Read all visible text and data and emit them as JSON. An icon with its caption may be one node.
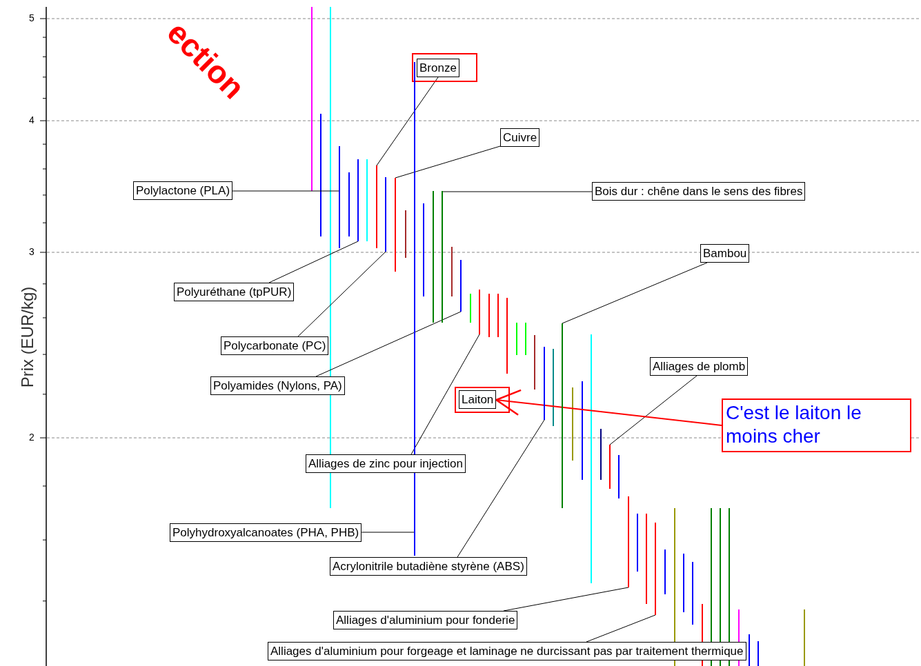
{
  "diagram": {
    "nodes": [
      {
        "text": [
          "Bronze"
        ]
      },
      {
        "text": [
          "Cuivre"
        ]
      },
      {
        "text": [
          "Polylactone (PLA)"
        ]
      },
      {
        "text": [
          "Bois dur : chêne dans le sens des fibres"
        ]
      },
      {
        "text": [
          "Bambou"
        ]
      },
      {
        "text": [
          "Polyuréthane (tpPUR)"
        ]
      },
      {
        "text": [
          "Polycarbonate (PC)"
        ]
      },
      {
        "text": [
          "Polyamides (Nylons, PA)"
        ]
      },
      {
        "text": [
          "Alliages de plomb"
        ]
      },
      {
        "text": [
          "Laiton"
        ]
      },
      {
        "text": [
          "C'est le laiton le moins cher"
        ]
      },
      {
        "text": [
          "Alliages de zinc pour injection"
        ]
      },
      {
        "text": [
          "Polyhydroxyalcanoates (PHA, PHB)"
        ]
      },
      {
        "text": [
          "Acrylonitrile butadiène styrène (ABS)"
        ]
      },
      {
        "text": [
          "Alliages d'aluminium pour fonderie"
        ]
      },
      {
        "text": [
          "Alliages d'aluminium pour forgeage et laminage ne durcissant pas par traitement thermique"
        ]
      },
      {
        "text": [],
        "shape": "bar"
      },
      {
        "text": [],
        "shape": "bar"
      },
      {
        "text": [],
        "shape": "bar"
      },
      {
        "text": [],
        "shape": "bar"
      },
      {
        "text": [],
        "shape": "bar"
      },
      {
        "text": [],
        "shape": "bar"
      },
      {
        "text": [],
        "shape": "bar"
      },
      {
        "text": [],
        "shape": "bar"
      },
      {
        "text": [],
        "shape": "bar"
      },
      {
        "text": [],
        "shape": "bar"
      },
      {
        "text": [],
        "shape": "bar"
      },
      {
        "text": [],
        "shape": "bar"
      },
      {
        "text": [],
        "shape": "bar"
      },
      {
        "text": [],
        "shape": "bar"
      },
      {
        "text": [],
        "shape": "bar"
      }
    ],
    "edges": [
      {
        "from": 0,
        "to": 18,
        "arrow": "none"
      },
      {
        "from": 1,
        "to": 20,
        "arrow": "none"
      },
      {
        "from": 2,
        "to": 16,
        "arrow": "none"
      },
      {
        "from": 3,
        "to": 22,
        "arrow": "none"
      },
      {
        "from": 4,
        "to": 27,
        "arrow": "none"
      },
      {
        "from": 5,
        "to": 17,
        "arrow": "none"
      },
      {
        "from": 6,
        "to": 19,
        "arrow": "none"
      },
      {
        "from": 7,
        "to": 23,
        "arrow": "none"
      },
      {
        "from": 8,
        "to": 28,
        "arrow": "none"
      },
      {
        "from": 10,
        "to": 9,
        "arrow": "to",
        "color": "#ff0000"
      },
      {
        "from": 11,
        "to": 24,
        "arrow": "none"
      },
      {
        "from": 12,
        "to": 21,
        "arrow": "none"
      },
      {
        "from": 13,
        "to": 26,
        "arrow": "none"
      },
      {
        "from": 14,
        "to": 29,
        "arrow": "none"
      },
      {
        "from": 15,
        "to": 30,
        "arrow": "none"
      }
    ],
    "labels": [
      "ection",
      "5",
      "4",
      "3",
      "2",
      "Prix (EUR/kg)"
    ]
  }
}
